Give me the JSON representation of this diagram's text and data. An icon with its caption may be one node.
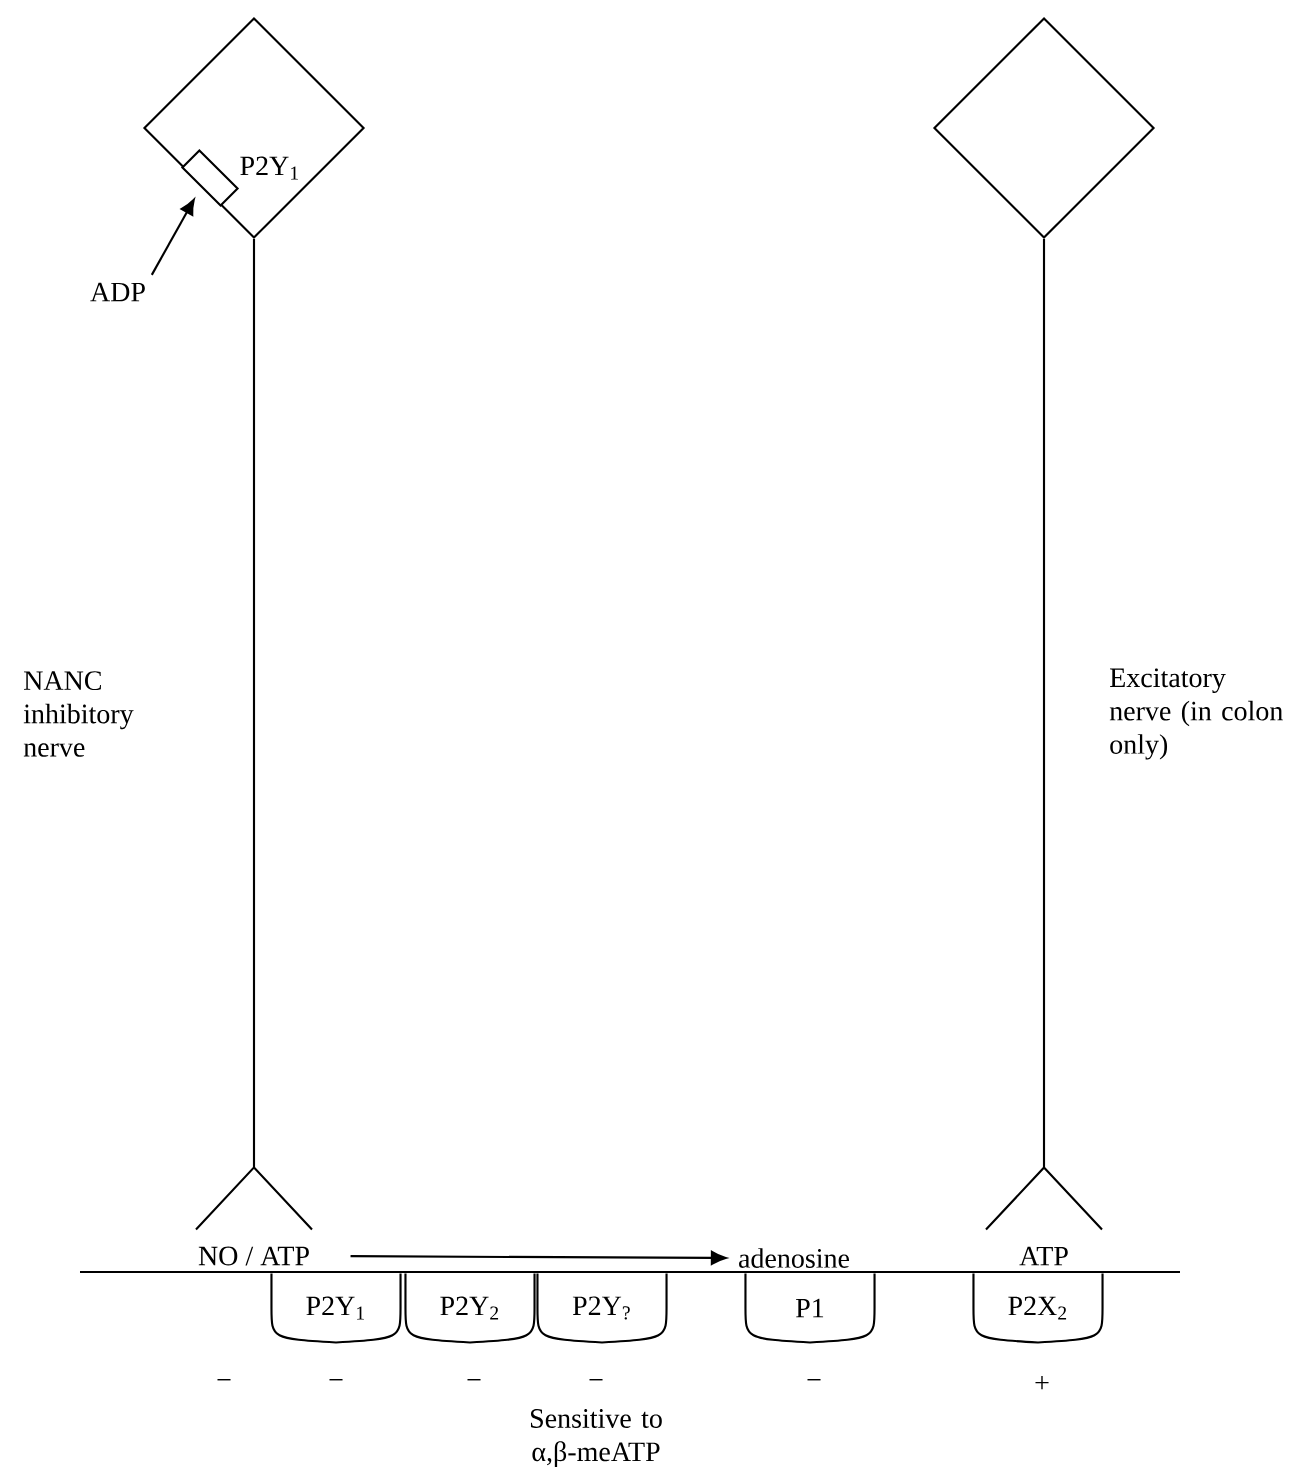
{
  "diagram": {
    "nodes": [
      {
        "text": [
          "P2Y$_{1}$"
        ]
      },
      {
        "text": [],
        "shape": "box",
        "in": 0
      },
      {
        "text": [
          "ADP"
        ]
      },
      {
        "text": [],
        "shape": "diamond"
      },
      {
        "text": [
          "NO / ATP"
        ]
      },
      {
        "text": [
          "ATP"
        ]
      },
      {
        "text": [
          "adenosine"
        ]
      },
      {
        "text": [
          "P2Y$_{1}$"
        ]
      },
      {
        "text": [
          "P2Y$_{2}$"
        ]
      },
      {
        "text": [
          "P2Y$_{?}$"
        ]
      },
      {
        "text": [
          "P1"
        ]
      },
      {
        "text": [
          "P2X$_{2}$"
        ]
      }
    ],
    "edges": [
      {
        "from": 2,
        "to": 1,
        "arrow": "to"
      },
      {
        "from": 0,
        "to": 4,
        "arrow": "none"
      },
      {
        "from": 3,
        "to": 5,
        "arrow": "none"
      },
      {
        "from": 4,
        "to": 6,
        "arrow": "to"
      }
    ],
    "labels": [
      "NANC inhibitory nerve",
      "Excitatory nerve (in colon only)",
      "−",
      "−",
      "−",
      "−",
      "−",
      "+",
      "Sensitive to α,β-meATP"
    ]
  }
}
